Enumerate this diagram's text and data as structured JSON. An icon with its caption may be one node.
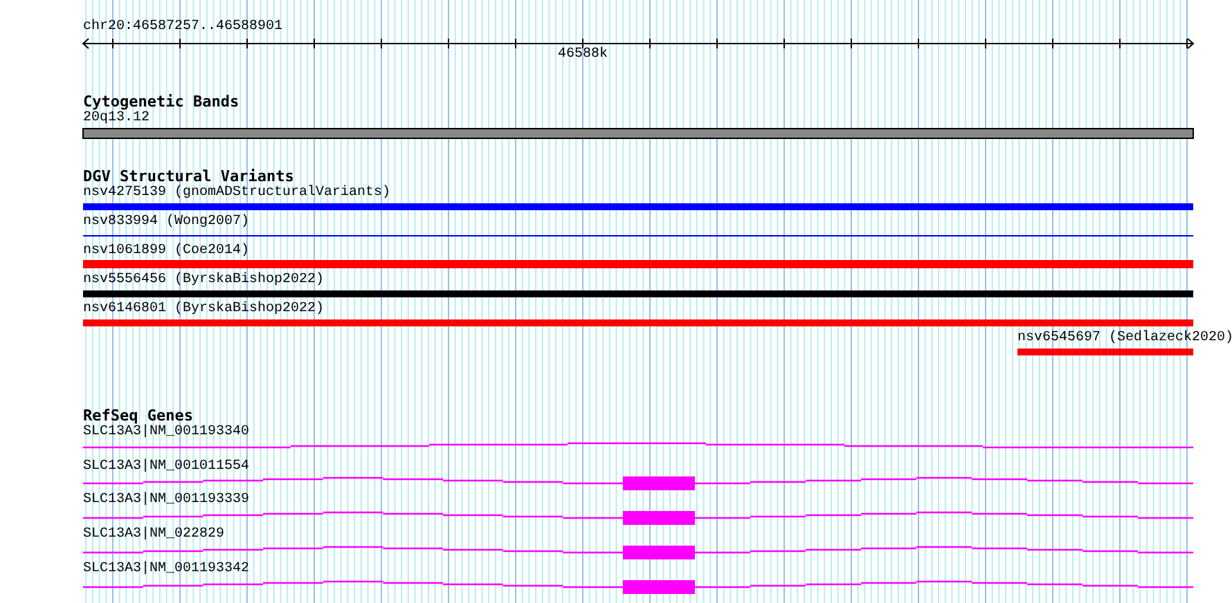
{
  "diagram": {
    "labels": [
      "chr20:46587257..46588901",
      "46588k",
      "Cytogenetic Bands",
      "20q13.12",
      "DGV Structural Variants",
      "nsv4275139 (gnomADStructuralVariants)",
      "nsv833994 (Wong2007)",
      "nsv1061899 (Coe2014)",
      "nsv5556456 (ByrskaBishop2022)",
      "nsv6146801 (ByrskaBishop2022)",
      "nsv6545697 (Sedlazeck2020)",
      "RefSeq Genes",
      "SLC13A3|NM_001193340",
      "SLC13A3|NM_001011554",
      "SLC13A3|NM_001193339",
      "SLC13A3|NM_022829",
      "SLC13A3|NM_001193342"
    ]
  }
}
